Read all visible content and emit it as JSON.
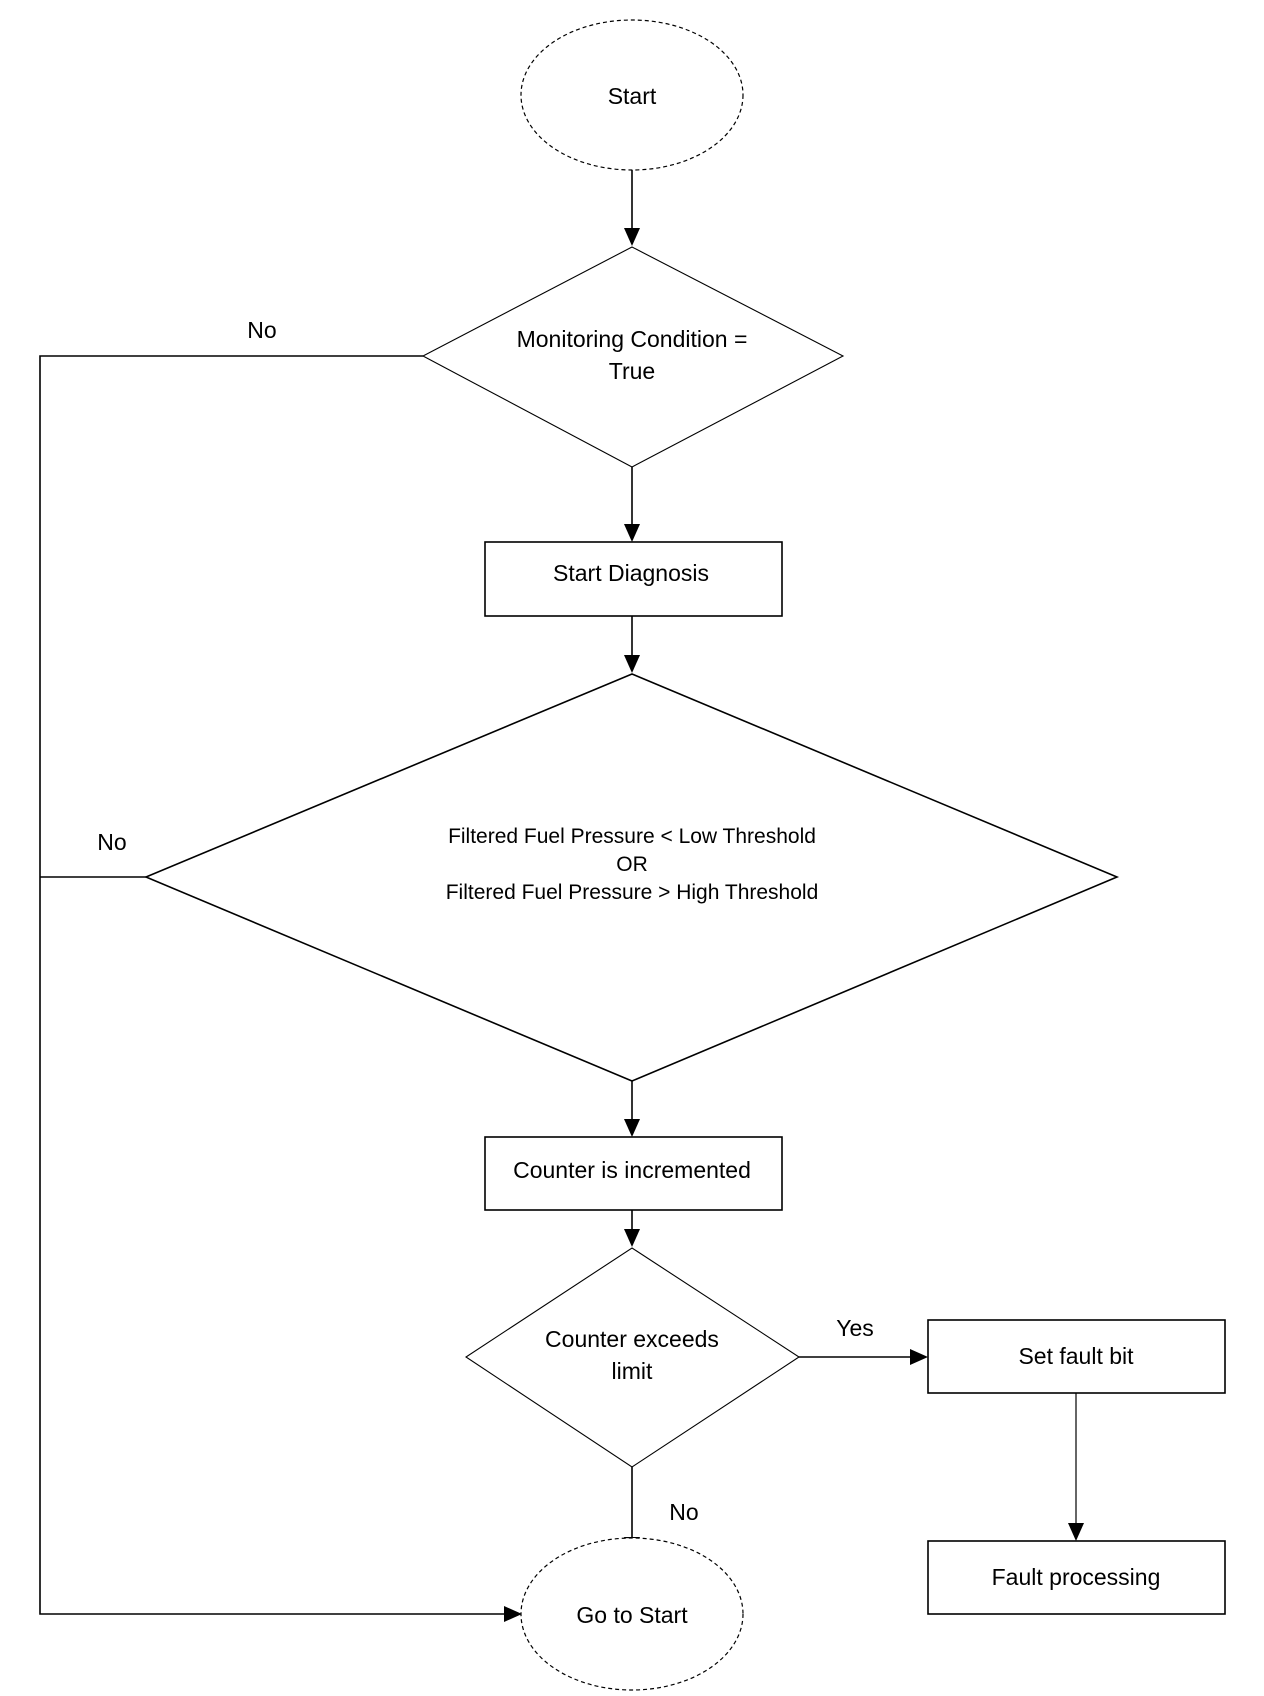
{
  "nodes": {
    "start": "Start",
    "monitoring_line1": "Monitoring Condition =",
    "monitoring_line2": "True",
    "start_diagnosis": "Start Diagnosis",
    "pressure_line1": "Filtered Fuel Pressure < Low Threshold",
    "pressure_line2": "OR",
    "pressure_line3": "Filtered Fuel Pressure > High Threshold",
    "counter_incremented": "Counter is incremented",
    "counter_exceeds_line1": "Counter exceeds",
    "counter_exceeds_line2": "limit",
    "set_fault_bit": "Set fault bit",
    "fault_processing": "Fault processing",
    "go_to_start": "Go to Start"
  },
  "edges": {
    "monitoring_no": "No",
    "pressure_no": "No",
    "counter_yes": "Yes",
    "counter_no": "No"
  }
}
